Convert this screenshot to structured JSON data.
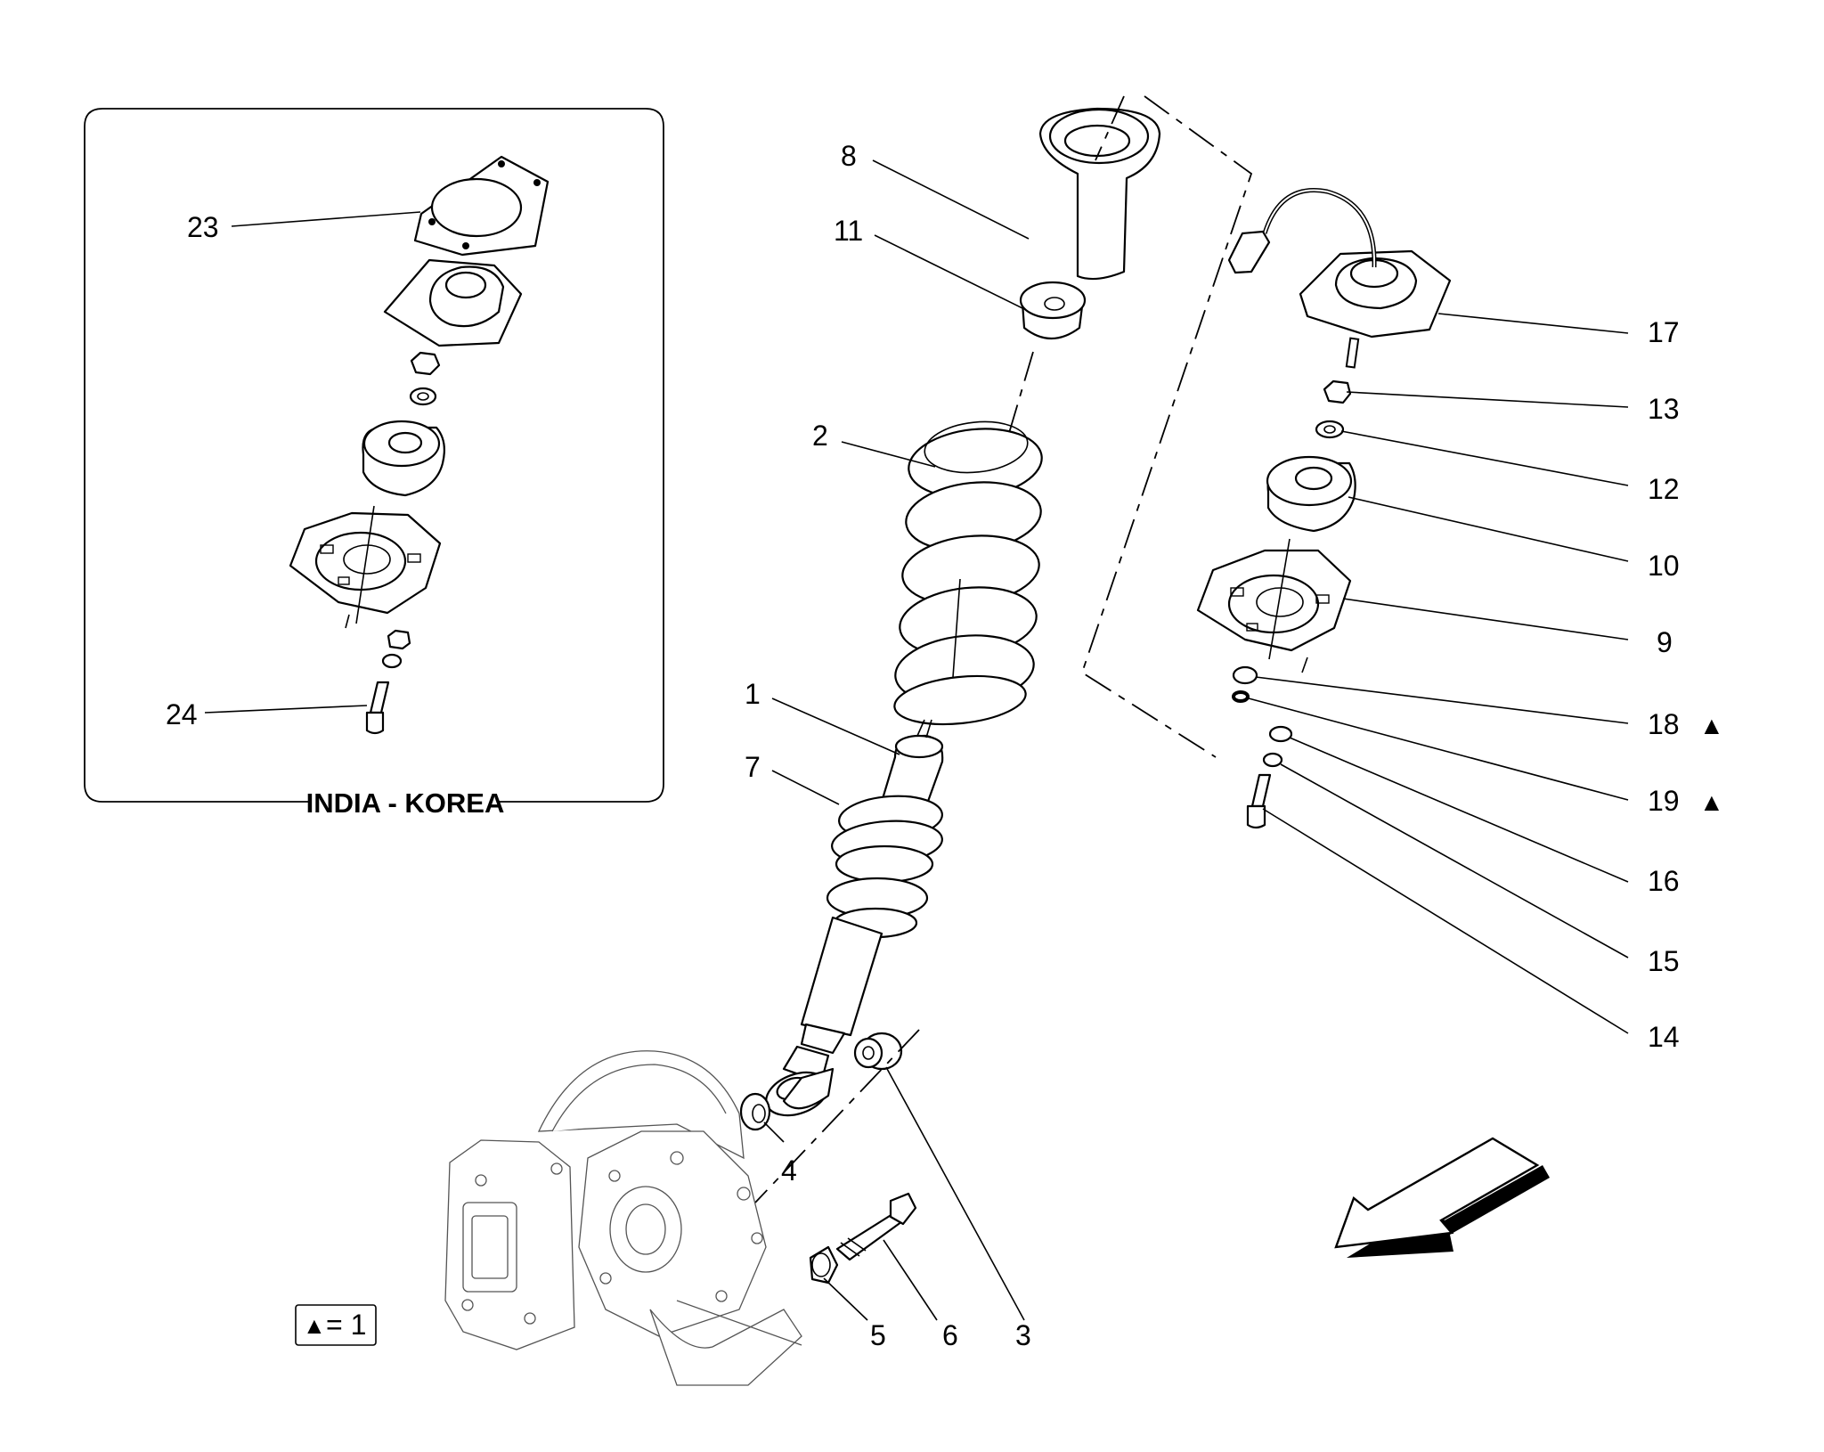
{
  "diagram": {
    "inset": {
      "title": "INDIA - KOREA",
      "callouts": [
        "23",
        "24"
      ]
    },
    "callouts": {
      "c1": "1",
      "c2": "2",
      "c3": "3",
      "c4": "4",
      "c5": "5",
      "c6": "6",
      "c7": "7",
      "c8": "8",
      "c9": "9",
      "c10": "10",
      "c11": "11",
      "c12": "12",
      "c13": "13",
      "c14": "14",
      "c15": "15",
      "c16": "16",
      "c17": "17",
      "c18": "18",
      "c19": "19",
      "c23": "23",
      "c24": "24"
    },
    "marker_symbol": "▲",
    "legend": {
      "symbol": "▲",
      "text": "= 1"
    },
    "direction_arrow": "front-direction-arrow"
  }
}
